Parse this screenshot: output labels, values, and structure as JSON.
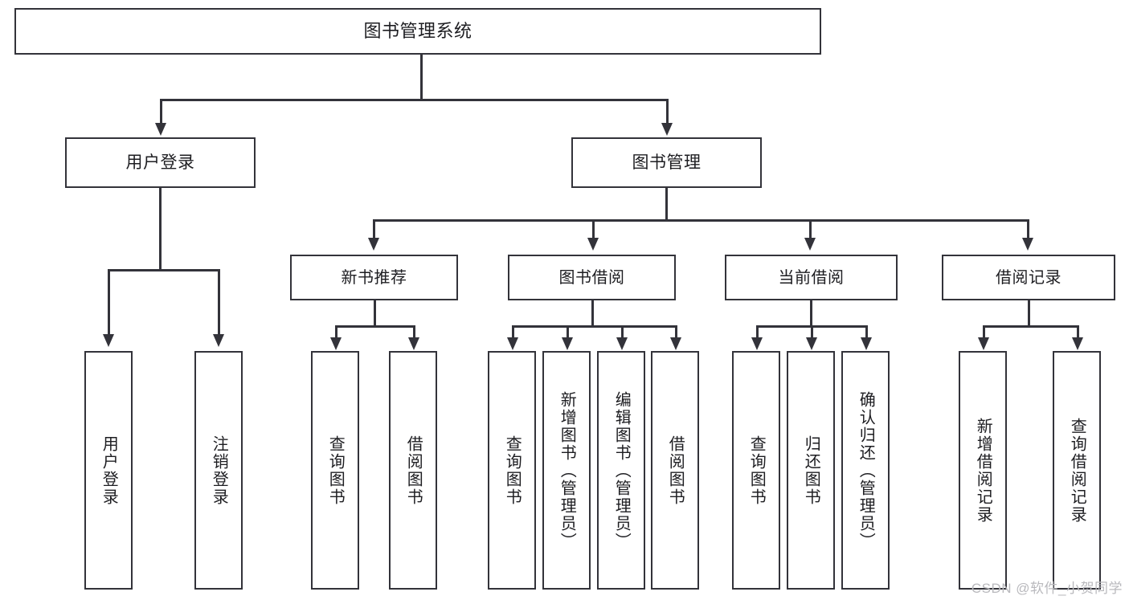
{
  "diagram": {
    "type": "tree",
    "title": "图书管理系统",
    "root": {
      "label": "图书管理系统"
    },
    "level1": [
      {
        "label": "用户登录"
      },
      {
        "label": "图书管理"
      }
    ],
    "level2": [
      {
        "label": "新书推荐"
      },
      {
        "label": "图书借阅"
      },
      {
        "label": "当前借阅"
      },
      {
        "label": "借阅记录"
      }
    ],
    "leaves": {
      "user_login": [
        {
          "label": "用户登录"
        },
        {
          "label": "注销登录"
        }
      ],
      "new_book": [
        {
          "label": "查询图书"
        },
        {
          "label": "借阅图书"
        }
      ],
      "book_borrow": [
        {
          "label": "查询图书"
        },
        {
          "label": "新增图书（管理员）"
        },
        {
          "label": "编辑图书（管理员）"
        },
        {
          "label": "借阅图书"
        }
      ],
      "current_borrow": [
        {
          "label": "查询图书"
        },
        {
          "label": "归还图书"
        },
        {
          "label": "确认归还（管理员）"
        }
      ],
      "borrow_record": [
        {
          "label": "新增借阅记录"
        },
        {
          "label": "查询借阅记录"
        }
      ]
    }
  },
  "watermark": {
    "text": "CSDN @软件_小贺同学"
  },
  "colors": {
    "border": "#33333a",
    "text": "#1d1d21",
    "background": "#ffffff",
    "watermark": "#b9b9bd"
  }
}
